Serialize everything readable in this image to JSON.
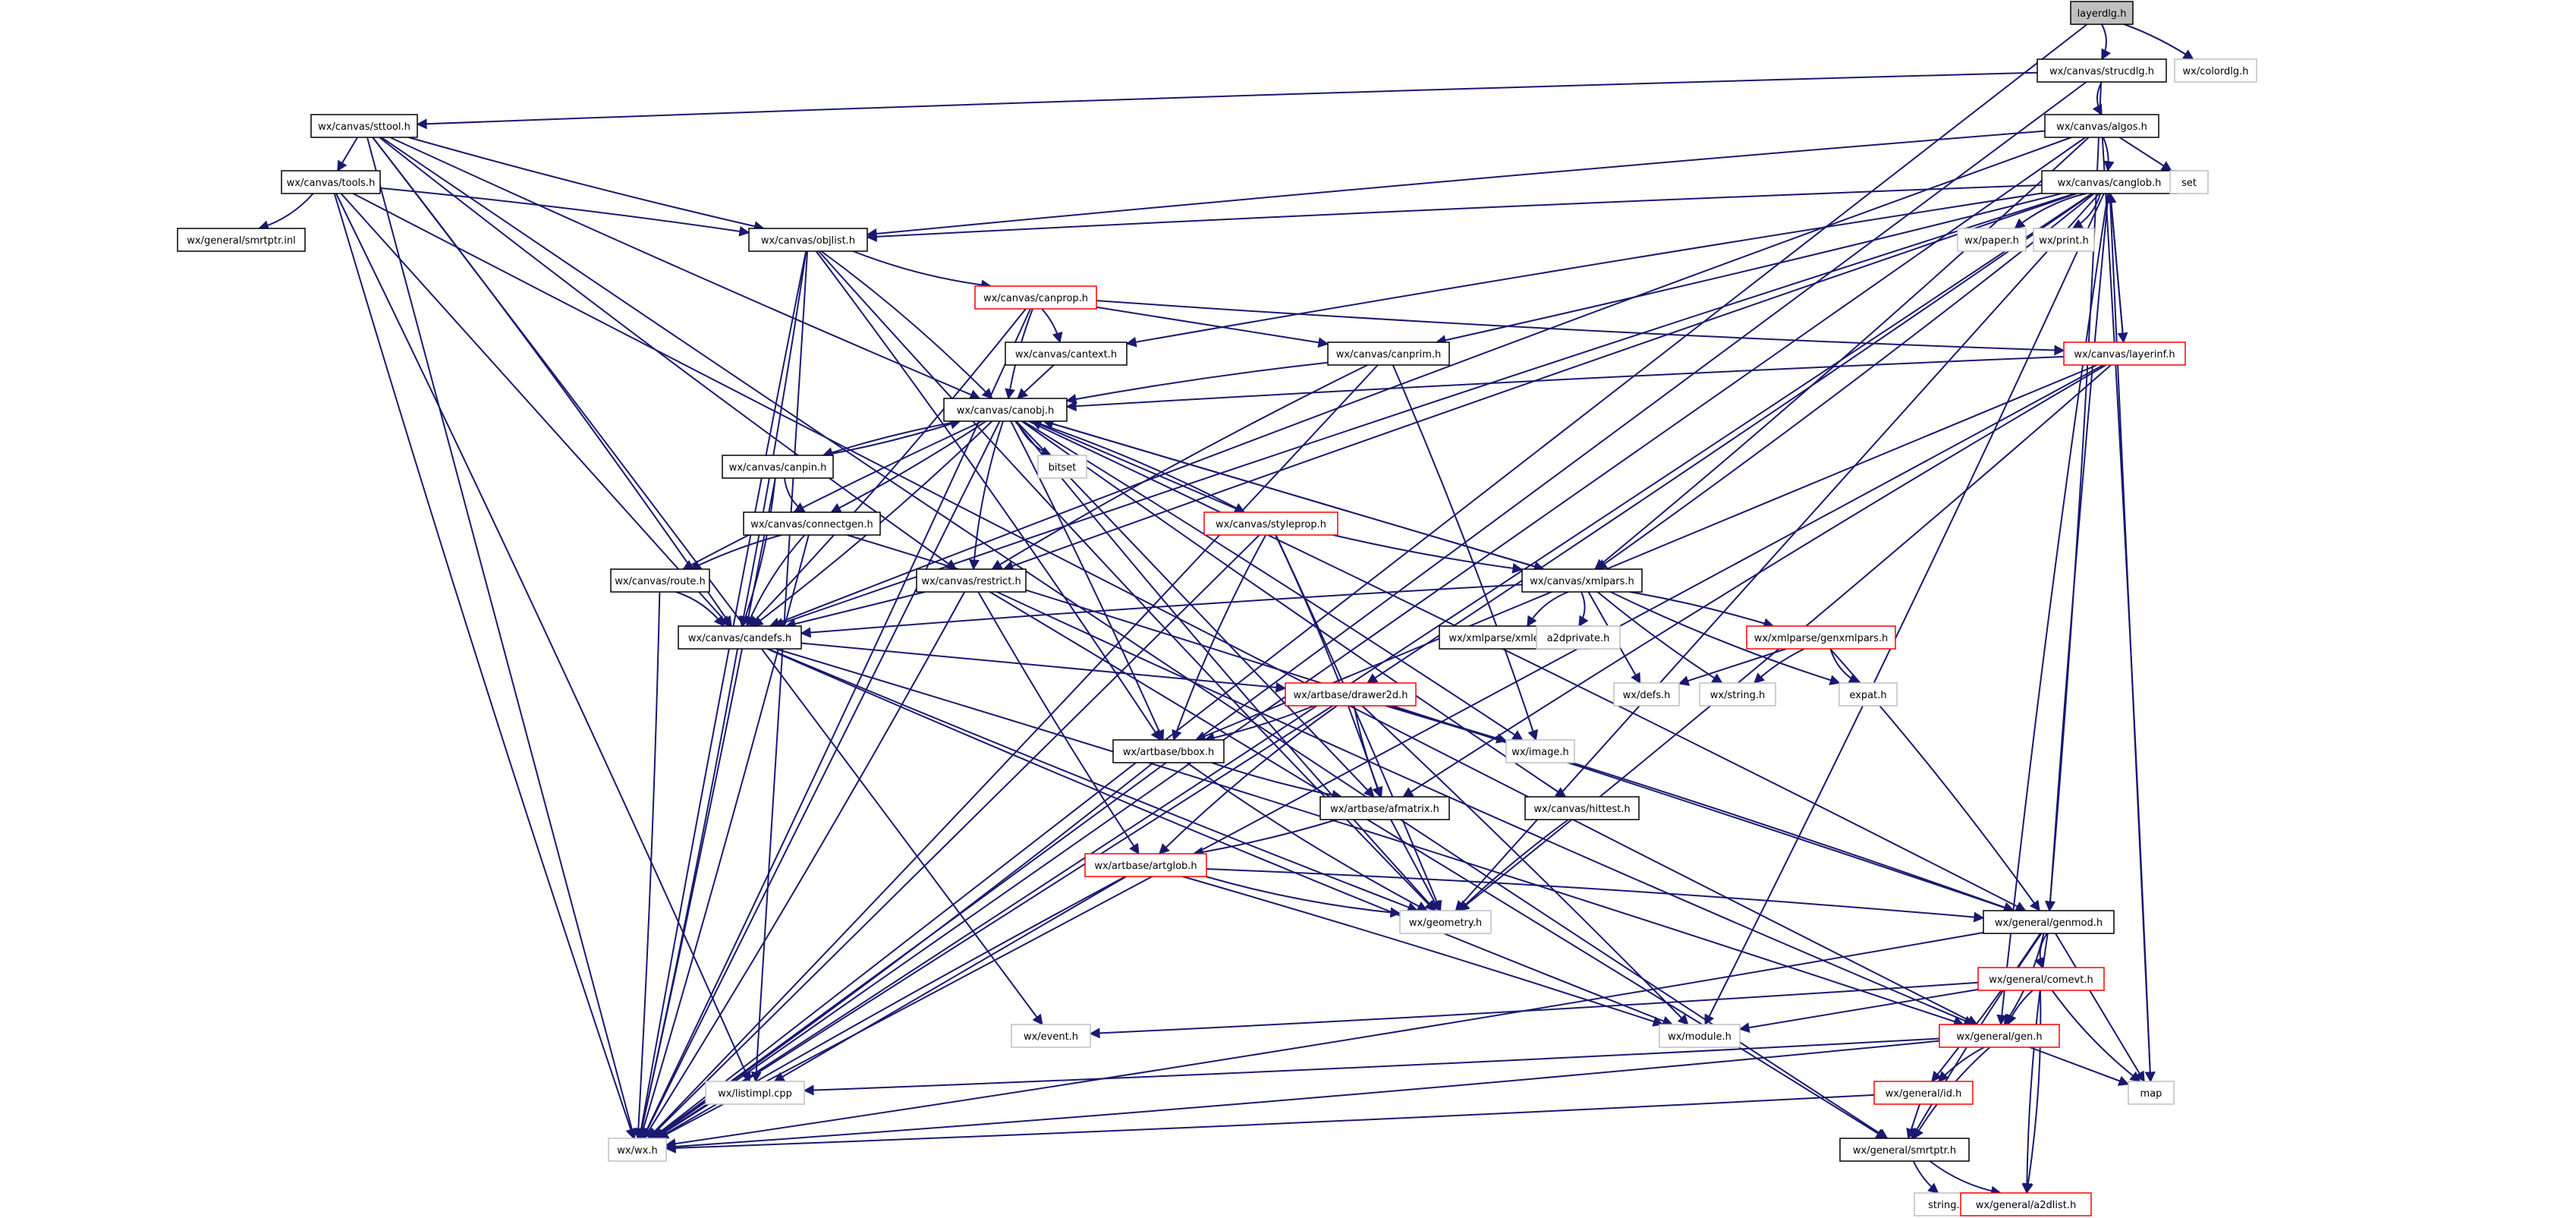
{
  "colors": {
    "edge": "#191970",
    "node_border_documented": "#000000",
    "node_border_truncated": "#ff0000",
    "node_border_undocumented": "#bfbfbf",
    "root_fill": "#bfbfbf",
    "node_fill": "#ffffff"
  },
  "nodes": [
    {
      "id": "layerdlg",
      "label": "layerdlg.h",
      "kind": "root"
    },
    {
      "id": "strucdlg",
      "label": "wx/canvas/strucdlg.h",
      "kind": "doc"
    },
    {
      "id": "colordlg",
      "label": "wx/colordlg.h",
      "kind": "undoc"
    },
    {
      "id": "sttool",
      "label": "wx/canvas/sttool.h",
      "kind": "doc"
    },
    {
      "id": "algos",
      "label": "wx/canvas/algos.h",
      "kind": "doc"
    },
    {
      "id": "tools",
      "label": "wx/canvas/tools.h",
      "kind": "doc"
    },
    {
      "id": "smrtptrinl",
      "label": "wx/general/smrtptr.inl",
      "kind": "doc"
    },
    {
      "id": "canglob",
      "label": "wx/canvas/canglob.h",
      "kind": "doc"
    },
    {
      "id": "set",
      "label": "set",
      "kind": "undoc"
    },
    {
      "id": "objlist",
      "label": "wx/canvas/objlist.h",
      "kind": "doc"
    },
    {
      "id": "paper",
      "label": "wx/paper.h",
      "kind": "undoc"
    },
    {
      "id": "print",
      "label": "wx/print.h",
      "kind": "undoc"
    },
    {
      "id": "canprop",
      "label": "wx/canvas/canprop.h",
      "kind": "trunc"
    },
    {
      "id": "cantext",
      "label": "wx/canvas/cantext.h",
      "kind": "doc"
    },
    {
      "id": "canprim",
      "label": "wx/canvas/canprim.h",
      "kind": "doc"
    },
    {
      "id": "layerinf",
      "label": "wx/canvas/layerinf.h",
      "kind": "trunc"
    },
    {
      "id": "canobj",
      "label": "wx/canvas/canobj.h",
      "kind": "doc"
    },
    {
      "id": "canpin",
      "label": "wx/canvas/canpin.h",
      "kind": "doc"
    },
    {
      "id": "bitset",
      "label": "bitset",
      "kind": "undoc"
    },
    {
      "id": "styleprop",
      "label": "wx/canvas/styleprop.h",
      "kind": "trunc"
    },
    {
      "id": "connectgen",
      "label": "wx/canvas/connectgen.h",
      "kind": "doc"
    },
    {
      "id": "xmlpars",
      "label": "wx/canvas/xmlpars.h",
      "kind": "doc"
    },
    {
      "id": "route",
      "label": "wx/canvas/route.h",
      "kind": "doc"
    },
    {
      "id": "restrict",
      "label": "wx/canvas/restrict.h",
      "kind": "doc"
    },
    {
      "id": "candefs",
      "label": "wx/canvas/candefs.h",
      "kind": "doc"
    },
    {
      "id": "xmlencode",
      "label": "wx/xmlparse/xmlencode.h",
      "kind": "doc"
    },
    {
      "id": "a2dprivate",
      "label": "a2dprivate.h",
      "kind": "undoc"
    },
    {
      "id": "genxmlpars",
      "label": "wx/xmlparse/genxmlpars.h",
      "kind": "trunc"
    },
    {
      "id": "drawer2d",
      "label": "wx/artbase/drawer2d.h",
      "kind": "trunc"
    },
    {
      "id": "defs",
      "label": "wx/defs.h",
      "kind": "undoc"
    },
    {
      "id": "string",
      "label": "wx/string.h",
      "kind": "undoc"
    },
    {
      "id": "expat",
      "label": "expat.h",
      "kind": "undoc"
    },
    {
      "id": "bbox",
      "label": "wx/artbase/bbox.h",
      "kind": "doc"
    },
    {
      "id": "image",
      "label": "wx/image.h",
      "kind": "undoc"
    },
    {
      "id": "afmatrix",
      "label": "wx/artbase/afmatrix.h",
      "kind": "doc"
    },
    {
      "id": "hittest",
      "label": "wx/canvas/hittest.h",
      "kind": "doc"
    },
    {
      "id": "artglob",
      "label": "wx/artbase/artglob.h",
      "kind": "trunc"
    },
    {
      "id": "geometry",
      "label": "wx/geometry.h",
      "kind": "undoc"
    },
    {
      "id": "genmod",
      "label": "wx/general/genmod.h",
      "kind": "doc"
    },
    {
      "id": "comevt",
      "label": "wx/general/comevt.h",
      "kind": "trunc"
    },
    {
      "id": "event",
      "label": "wx/event.h",
      "kind": "undoc"
    },
    {
      "id": "module",
      "label": "wx/module.h",
      "kind": "undoc"
    },
    {
      "id": "gen",
      "label": "wx/general/gen.h",
      "kind": "trunc"
    },
    {
      "id": "listimpl",
      "label": "wx/listimpl.cpp",
      "kind": "undoc"
    },
    {
      "id": "map",
      "label": "map",
      "kind": "undoc"
    },
    {
      "id": "id",
      "label": "wx/general/id.h",
      "kind": "trunc"
    },
    {
      "id": "wx",
      "label": "wx/wx.h",
      "kind": "undoc"
    },
    {
      "id": "smrtptr",
      "label": "wx/general/smrtptr.h",
      "kind": "doc"
    },
    {
      "id": "stringh",
      "label": "string.h",
      "kind": "undoc"
    },
    {
      "id": "a2dlist",
      "label": "wx/general/a2dlist.h",
      "kind": "trunc"
    }
  ],
  "edges": [
    [
      "layerdlg",
      "strucdlg"
    ],
    [
      "layerdlg",
      "colordlg"
    ],
    [
      "layerdlg",
      "wx"
    ],
    [
      "strucdlg",
      "sttool"
    ],
    [
      "strucdlg",
      "algos"
    ],
    [
      "strucdlg",
      "genmod"
    ],
    [
      "strucdlg",
      "wx"
    ],
    [
      "sttool",
      "tools"
    ],
    [
      "sttool",
      "canobj"
    ],
    [
      "sttool",
      "restrict"
    ],
    [
      "sttool",
      "candefs"
    ],
    [
      "sttool",
      "event"
    ],
    [
      "sttool",
      "wx"
    ],
    [
      "sttool",
      "objlist"
    ],
    [
      "sttool",
      "smrtptr"
    ],
    [
      "tools",
      "smrtptrinl"
    ],
    [
      "tools",
      "objlist"
    ],
    [
      "tools",
      "candefs"
    ],
    [
      "tools",
      "gen"
    ],
    [
      "tools",
      "wx"
    ],
    [
      "tools",
      "listimpl"
    ],
    [
      "algos",
      "canglob"
    ],
    [
      "algos",
      "set"
    ],
    [
      "algos",
      "objlist"
    ],
    [
      "algos",
      "candefs"
    ],
    [
      "algos",
      "xmlpars"
    ],
    [
      "algos",
      "map"
    ],
    [
      "algos",
      "wx"
    ],
    [
      "canglob",
      "objlist"
    ],
    [
      "canglob",
      "paper"
    ],
    [
      "canglob",
      "print"
    ],
    [
      "canglob",
      "canprim"
    ],
    [
      "canglob",
      "layerinf"
    ],
    [
      "canglob",
      "cantext"
    ],
    [
      "canglob",
      "candefs"
    ],
    [
      "canglob",
      "xmlpars"
    ],
    [
      "canglob",
      "drawer2d"
    ],
    [
      "canglob",
      "geometry"
    ],
    [
      "canglob",
      "genmod"
    ],
    [
      "canglob",
      "gen"
    ],
    [
      "canglob",
      "module"
    ],
    [
      "canglob",
      "wx"
    ],
    [
      "canglob",
      "map"
    ],
    [
      "canglob",
      "restrict"
    ],
    [
      "objlist",
      "canprop"
    ],
    [
      "objlist",
      "canobj"
    ],
    [
      "objlist",
      "candefs"
    ],
    [
      "objlist",
      "listimpl"
    ],
    [
      "objlist",
      "wx"
    ],
    [
      "objlist",
      "geometry"
    ],
    [
      "objlist",
      "bbox"
    ],
    [
      "canprop",
      "cantext"
    ],
    [
      "canprop",
      "canprim"
    ],
    [
      "canprop",
      "canobj"
    ],
    [
      "canprop",
      "layerinf"
    ],
    [
      "canprop",
      "candefs"
    ],
    [
      "canprop",
      "wx"
    ],
    [
      "cantext",
      "canobj"
    ],
    [
      "canprim",
      "canobj"
    ],
    [
      "canprim",
      "restrict"
    ],
    [
      "canprim",
      "image"
    ],
    [
      "canprim",
      "wx"
    ],
    [
      "layerinf",
      "canglob"
    ],
    [
      "layerinf",
      "canobj"
    ],
    [
      "layerinf",
      "afmatrix"
    ],
    [
      "layerinf",
      "geometry"
    ],
    [
      "layerinf",
      "wx"
    ],
    [
      "layerinf",
      "bbox"
    ],
    [
      "canobj",
      "canpin"
    ],
    [
      "canobj",
      "bitset"
    ],
    [
      "canobj",
      "styleprop"
    ],
    [
      "canobj",
      "connectgen"
    ],
    [
      "canobj",
      "xmlpars"
    ],
    [
      "canobj",
      "route"
    ],
    [
      "canobj",
      "restrict"
    ],
    [
      "canobj",
      "candefs"
    ],
    [
      "canobj",
      "bbox"
    ],
    [
      "canobj",
      "afmatrix"
    ],
    [
      "canobj",
      "hittest"
    ],
    [
      "canobj",
      "geometry"
    ],
    [
      "canobj",
      "genmod"
    ],
    [
      "canobj",
      "image"
    ],
    [
      "canobj",
      "wx"
    ],
    [
      "canpin",
      "canobj"
    ],
    [
      "canpin",
      "connectgen"
    ],
    [
      "canpin",
      "candefs"
    ],
    [
      "canpin",
      "wx"
    ],
    [
      "styleprop",
      "canobj"
    ],
    [
      "styleprop",
      "xmlpars"
    ],
    [
      "styleprop",
      "bbox"
    ],
    [
      "styleprop",
      "afmatrix"
    ],
    [
      "styleprop",
      "geometry"
    ],
    [
      "styleprop",
      "wx"
    ],
    [
      "connectgen",
      "route"
    ],
    [
      "connectgen",
      "candefs"
    ],
    [
      "connectgen",
      "genmod"
    ],
    [
      "connectgen",
      "wx"
    ],
    [
      "xmlpars",
      "canobj"
    ],
    [
      "xmlpars",
      "candefs"
    ],
    [
      "xmlpars",
      "xmlencode"
    ],
    [
      "xmlpars",
      "a2dprivate"
    ],
    [
      "xmlpars",
      "genxmlpars"
    ],
    [
      "xmlpars",
      "defs"
    ],
    [
      "xmlpars",
      "string"
    ],
    [
      "xmlpars",
      "expat"
    ],
    [
      "route",
      "candefs"
    ],
    [
      "route",
      "wx"
    ],
    [
      "restrict",
      "candefs"
    ],
    [
      "restrict",
      "artglob"
    ],
    [
      "restrict",
      "gen"
    ],
    [
      "restrict",
      "wx"
    ],
    [
      "restrict",
      "smrtptr"
    ],
    [
      "candefs",
      "drawer2d"
    ],
    [
      "candefs",
      "geometry"
    ],
    [
      "candefs",
      "module"
    ],
    [
      "candefs",
      "gen"
    ],
    [
      "candefs",
      "wx"
    ],
    [
      "genxmlpars",
      "defs"
    ],
    [
      "genxmlpars",
      "string"
    ],
    [
      "genxmlpars",
      "expat"
    ],
    [
      "genxmlpars",
      "genmod"
    ],
    [
      "drawer2d",
      "bbox"
    ],
    [
      "drawer2d",
      "image"
    ],
    [
      "drawer2d",
      "afmatrix"
    ],
    [
      "drawer2d",
      "artglob"
    ],
    [
      "drawer2d",
      "genmod"
    ],
    [
      "drawer2d",
      "module"
    ],
    [
      "drawer2d",
      "wx"
    ],
    [
      "bbox",
      "afmatrix"
    ],
    [
      "bbox",
      "geometry"
    ],
    [
      "bbox",
      "wx"
    ],
    [
      "afmatrix",
      "artglob"
    ],
    [
      "afmatrix",
      "geometry"
    ],
    [
      "hittest",
      "geometry"
    ],
    [
      "artglob",
      "geometry"
    ],
    [
      "artglob",
      "genmod"
    ],
    [
      "artglob",
      "module"
    ],
    [
      "artglob",
      "listimpl"
    ],
    [
      "artglob",
      "wx"
    ],
    [
      "genmod",
      "comevt"
    ],
    [
      "genmod",
      "gen"
    ],
    [
      "genmod",
      "id"
    ],
    [
      "genmod",
      "map"
    ],
    [
      "genmod",
      "smrtptr"
    ],
    [
      "genmod",
      "a2dlist"
    ],
    [
      "genmod",
      "wx"
    ],
    [
      "comevt",
      "event"
    ],
    [
      "comevt",
      "module"
    ],
    [
      "comevt",
      "gen"
    ],
    [
      "comevt",
      "map"
    ],
    [
      "comevt",
      "a2dlist"
    ],
    [
      "gen",
      "listimpl"
    ],
    [
      "gen",
      "map"
    ],
    [
      "gen",
      "id"
    ],
    [
      "gen",
      "smrtptr"
    ],
    [
      "gen",
      "wx"
    ],
    [
      "id",
      "wx"
    ],
    [
      "id",
      "smrtptr"
    ],
    [
      "smrtptr",
      "stringh"
    ],
    [
      "smrtptr",
      "a2dlist"
    ]
  ]
}
